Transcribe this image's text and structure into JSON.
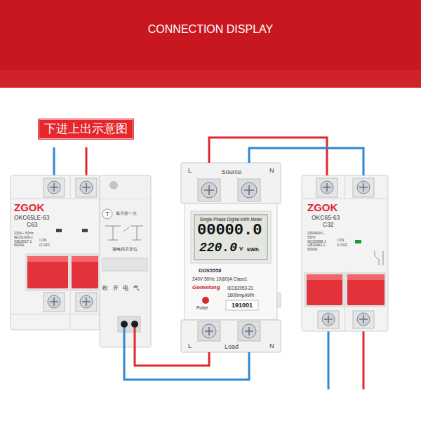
{
  "diagram": {
    "title": "CONNECTION DISPLAY",
    "nodes": [
      {
        "text": [
          "下进上出示意图"
        ]
      },
      {
        "text": [
          "ZGOK",
          "OKC65LE-63",
          "C63",
          "230V~ 50Hz IEC61009-1 GB16917.1 6000A",
          "I ON",
          "O OFF",
          "T",
          "每月按一次",
          "漏电指示复位",
          "欧 开 电 气"
        ]
      },
      {
        "text": [
          "L",
          "Source",
          "N",
          "DDS5558",
          "240V 50Hz 10(60)A Class1",
          "Gomelong",
          "IEC62053-21",
          "1600imp/kWh",
          "Pulse",
          "191001",
          "L",
          "Load",
          "N"
        ]
      },
      {
        "text": [
          "Single Phase Digital kWh Meter",
          "00000.0",
          "220.0",
          "V",
          "kWh"
        ],
        "in": 2
      },
      {
        "text": [
          "ZGOK",
          "OKC65-63",
          "C32",
          "230/400V~ 50Hz IEC60898-1 GB10963.1 6000A",
          "I ON",
          "O OFF"
        ]
      }
    ],
    "edges": [
      {
        "from": 1,
        "to": 2,
        "arrow": "none"
      },
      {
        "from": 1,
        "to": 2,
        "arrow": "none"
      },
      {
        "from": 2,
        "to": 4,
        "arrow": "none"
      },
      {
        "from": 2,
        "to": 4,
        "arrow": "none"
      }
    ]
  }
}
